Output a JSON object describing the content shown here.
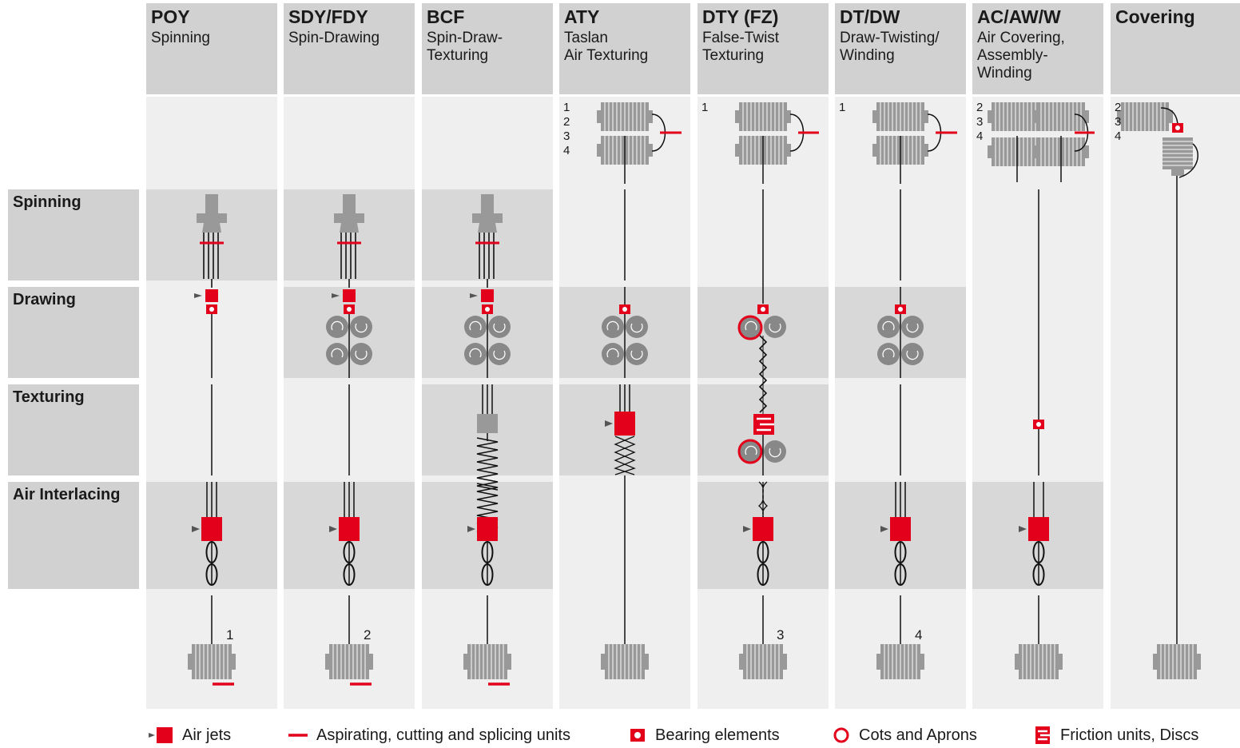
{
  "columns": [
    {
      "title": "POY",
      "subtitle": "Spinning"
    },
    {
      "title": "SDY/FDY",
      "subtitle": "Spin-Drawing"
    },
    {
      "title": "BCF",
      "subtitle": "Spin-Draw-\nTexturing"
    },
    {
      "title": "ATY",
      "subtitle": "Taslan\nAir Texturing"
    },
    {
      "title": "DTY (FZ)",
      "subtitle": "False-Twist\nTexturing"
    },
    {
      "title": "DT/DW",
      "subtitle": "Draw-Twisting/\nWinding"
    },
    {
      "title": "AC/AW/W",
      "subtitle": "Air Covering,\nAssembly-\nWinding"
    },
    {
      "title": "Covering",
      "subtitle": ""
    }
  ],
  "rows": [
    {
      "label": "Spinning"
    },
    {
      "label": "Drawing"
    },
    {
      "label": "Texturing"
    },
    {
      "label": "Air Interlacing"
    }
  ],
  "creel_numbers": {
    "aty": [
      "1",
      "2",
      "3",
      "4"
    ],
    "dty": [
      "1"
    ],
    "dtdw": [
      "1"
    ],
    "acaw": [
      "2",
      "3",
      "4"
    ],
    "covering": [
      "2",
      "3",
      "4"
    ]
  },
  "package_numbers": {
    "poy": "1",
    "sdy": "2",
    "dty": "3",
    "dtdw": "4"
  },
  "legend": {
    "air_jets": "Air jets",
    "aspirating": "Aspirating, cutting and splicing units",
    "bearing": "Bearing elements",
    "cots": "Cots and Aprons",
    "friction": "Friction units, Discs"
  },
  "colors": {
    "accent_red": "#e2001a",
    "header_gray": "#d1d1d1",
    "light_gray": "#efefef",
    "mid_gray": "#d8d8d8",
    "part_gray": "#999999",
    "text": "#1a1a1a"
  }
}
